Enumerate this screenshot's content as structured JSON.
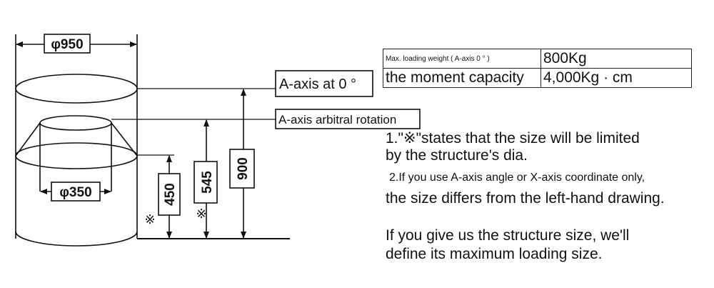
{
  "dims": {
    "outer_dia": "φ950",
    "inner_dia": "φ350",
    "h450": "450",
    "h545": "545",
    "h900": "900",
    "mark": "※"
  },
  "labels": {
    "a_axis_zero": "A-axis at  0 °",
    "a_axis_rot": "A-axis arbitral rotation"
  },
  "table": {
    "row1_key": "Max. loading weight ( A-axis  0 ° )",
    "row1_val": "800Kg",
    "row2_key": "the moment capacity",
    "row2_val": "4,000Kg · cm"
  },
  "notes": {
    "n1a": "1.\"※\"states that the size will be limited",
    "n1b": "by the structure's dia.",
    "n2a": "2.If you use A-axis angle or X-axis coordinate only,",
    "n2b": "the size differs from the left-hand drawing.",
    "n3a": "If you give us the structure size, we'll",
    "n3b": "define its maximum loading size."
  }
}
